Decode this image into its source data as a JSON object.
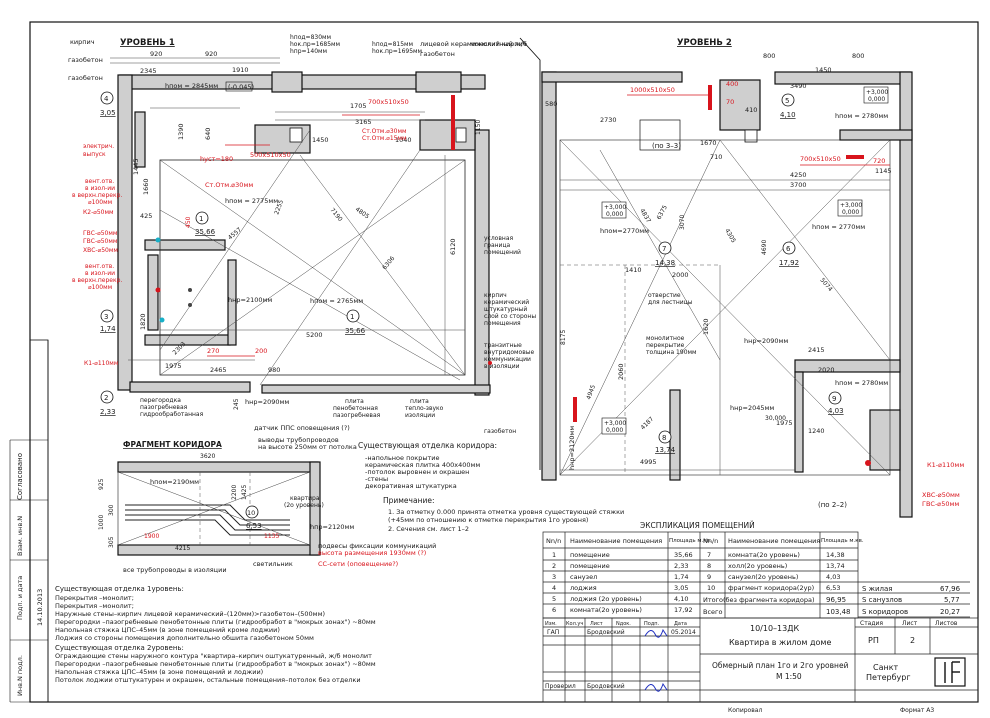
{
  "levels": {
    "level1": "УРОВЕНЬ 1",
    "level2": "УРОВЕНЬ 2"
  },
  "l1_labels": {
    "kirpich": "кирпич",
    "gazobeton1": "газобетон",
    "gazobeton2": "газобетон",
    "electric": [
      "электрич.",
      "выпуск"
    ],
    "vent1": [
      "вент.отв.",
      "в изол-ии",
      "в верхн.перекр.",
      "⌀100мм"
    ],
    "k2": "К2-⌀50мм",
    "gvs": "ГВС-⌀50мм",
    "xvs": "ХВС-⌀50мм",
    "gvs2": "ГВС-⌀50мм",
    "vent2": [
      "вент.отв.",
      "в изол-ии",
      "в верхн.перекр.",
      "⌀100мм"
    ],
    "k1": "К1-⌀110мм",
    "partition": [
      "перегородка",
      "пазогребневая",
      "гидрообработанная"
    ],
    "plita1": [
      "плита",
      "пенобетонная",
      "пазогребневая"
    ],
    "plita2": [
      "плита",
      "тепло-звуко",
      "изоляции"
    ],
    "facing": "лицевой керамический кирпич",
    "gazobeton3": "газобетон",
    "monolith": "монолитный ж/б"
  },
  "l1_dims": {
    "d920a": "920",
    "d920b": "920",
    "d1910": "1910",
    "d2345": "2345",
    "d2845": "2845",
    "hnpa": "hпод=830мм",
    "hnpb": "hок.пр=1685мм",
    "hnpc": "hпр=140мм",
    "hnpd": "hпод=815мм",
    "hnpe": "hок.пр=1695мм",
    "hpom1": "hпом = 2845мм",
    "hpom1b": "(-0,045)",
    "d1705": "1705",
    "d3165": "3165",
    "d1450": "1450",
    "d1040": "1040",
    "d700": "700x510x50",
    "cm1": "Ст.Отм.⌀30мм",
    "cm2": "Ст.Отм.⌀15мм",
    "hust": "hуст=180",
    "box": "500x510x50",
    "cm3": "Ст.Отм.⌀30мм",
    "hpom2": "hпом = 2775мм",
    "hpom3": "hпом = 2765мм",
    "hnp4": "hнр=2100мм",
    "hnp5": "hнр=2090мм",
    "d5200": "5200",
    "d6120": "6120",
    "d1975": "1975",
    "d270": "270",
    "d200": "200",
    "d980": "980",
    "d2465": "2465",
    "d425": "425",
    "d1820": "1820",
    "d450": "450",
    "d640": "640",
    "d1660": "1660",
    "d1445": "1445",
    "d1390": "1390",
    "d4805": "4805",
    "d2255": "2255",
    "d7190": "7190",
    "d4557": "4557",
    "d6306": "6306",
    "d2303": "2303",
    "d245": "245",
    "d1150": "1150"
  },
  "l1_rooms": [
    {
      "num": "4",
      "area": "3,05"
    },
    {
      "num": "1",
      "area": "35,66"
    },
    {
      "num": "1",
      "area": "35,66"
    },
    {
      "num": "3",
      "area": "1,74"
    },
    {
      "num": "2",
      "area": "2,33"
    }
  ],
  "l2_labels": {
    "usl": [
      "условная",
      "граница",
      "помещений"
    ],
    "brick": [
      "кирпич",
      "керамический",
      "штукатурный",
      "слой со стороны",
      "помещения"
    ],
    "trans": [
      "транзитные",
      "внутридомовые",
      "коммуникации",
      "в изоляции"
    ],
    "gazobeton": "газобетон",
    "opening": [
      "отверстие",
      "для лестницы"
    ],
    "slab": [
      "монолитное",
      "перекрытие",
      "толщина 190мм"
    ],
    "k1": "К1-⌀110мм",
    "xvs": "ХВС-⌀50мм",
    "gvs": "ГВС-⌀50мм",
    "sec33": "(по 3–3)",
    "sec22": "(по 2–2)"
  },
  "l2_dims": {
    "d800a": "800",
    "d800b": "800",
    "d1450": "1450",
    "d3490": "3490",
    "d1000": "1000x510x50",
    "d400": "400",
    "d70": "70",
    "d410": "410",
    "hpom_a": "hпом = 2780мм",
    "d580": "580",
    "d2730": "2730",
    "d1670": "1670",
    "d710": "710",
    "d700": "700x510x50",
    "d720": "720",
    "d1145": "1145",
    "d3700": "3700",
    "d4250": "4250",
    "lvl1": "+3,000",
    "lvl1b": "0,000",
    "lvl2": "+3,000",
    "lvl2b": "0,000",
    "lvl3": "+3,000",
    "lvl3b": "0,000",
    "lvl4": "+3,000",
    "lvl4b": "0,000",
    "hpom_b": "hпом=2770мм",
    "hpom_c": "hпом = 2770мм",
    "hpom_d": "hпом = 2780мм",
    "d1410": "1410",
    "d2000": "2000",
    "d2060": "2060",
    "d1620": "1620",
    "hnp1": "hнр=2090мм",
    "hnp2": "hнр=2045мм",
    "hnp3": "hнр=2120мм",
    "d2415": "2415",
    "d2020": "2020",
    "d1975": "1975",
    "d1240": "1240",
    "d4995": "4995",
    "d4187": "4187",
    "d4690": "4690",
    "d3070": "3070",
    "d4837": "4837",
    "d6375": "6375",
    "d5074": "5074",
    "d4945": "4945",
    "d8175": "8175",
    "d4305": "4305",
    "d30": "30,000"
  },
  "l2_rooms": [
    {
      "num": "5",
      "area": "4,10"
    },
    {
      "num": "7",
      "area": "14,38"
    },
    {
      "num": "6",
      "area": "17,92"
    },
    {
      "num": "8",
      "area": "13,74"
    },
    {
      "num": "9",
      "area": "4,03"
    }
  ],
  "fragment": {
    "title": "ФРАГМЕНТ КОРИДОРА",
    "d1": "hпом=2190мм",
    "d2": "hпр=2120мм",
    "kvar": [
      "квартира",
      "(2о уровень)"
    ],
    "room": {
      "num": "10",
      "area": "6,53"
    },
    "sensor": "датчик ППС оповещения (?)",
    "exits": [
      "выводы трубопроводов",
      "на высоте 250мм от потолка"
    ],
    "pipes": "все трубопроводы в изоляции",
    "light": "светильник",
    "ss": "СС-сети (оповещение?)",
    "fix": [
      "подвесы фиксации коммуникаций",
      "высота размещения 1930мм (?)"
    ],
    "d3620": "3620",
    "d925": "925",
    "d1900": "1900",
    "d1000": "1000",
    "d1135": "1135",
    "d1425": "1425",
    "d300": "300",
    "d305": "305",
    "d4215": "4215",
    "d2200": "2200"
  },
  "corridor_notes": {
    "title": "Существующая отделка коридора:",
    "items": [
      "-напольное покрытие",
      " керамическая плитка 400х400мм",
      "-потолок выровнен и окрашен",
      "-стены",
      " декоративная штукатурка"
    ],
    "note_title": "Примечание:",
    "notes": [
      "1. За отметку 0.000 принята отметка уровня существующей стяжки",
      "   (+45мм по отношению к отметке перекрытия 1го уровня)",
      "2. Сечения см. лист 1–2"
    ]
  },
  "finish_notes": {
    "title1": "Существующая отделка 1уровень:",
    "lines1": [
      "Перекрытия –монолит;",
      "Перекрытия –монолит;",
      "Наружные стены–кирпич лицевой керамический–(120мм)>газобетон–(500мм)",
      "Перегородки –пазогребневые пенобетонные плиты (гидрообработ в \"мокрых зонах\") ~80мм",
      "Напольная стяжка ЦПС–45мм (в зоне помещений кроме лоджии)",
      "Лоджия со стороны помещения дополнительно обшита газобетоном 50мм"
    ],
    "title2": "Существующая отделка 2уровень:",
    "lines2": [
      "Ограждающие стены наружного контура \"квартира–кирпич оштукатуренный, ж/б монолит",
      "Перегородки –пазогребневые пенобетонные плиты (гидрообработ в \"мокрых зонах\") ~80мм",
      "Напольная стяжка ЦПС–45мм (в зоне помещений и лоджии)",
      "Потолок лоджии отштукатурен и окрашен, остальные помещения–потолок без отделки"
    ]
  },
  "explication": {
    "title": "ЭКСПЛИКАЦИЯ ПОМЕЩЕНИЙ",
    "headers": [
      "Nn/n",
      "Наименование помещения",
      "Площадь м.кв."
    ],
    "left": [
      [
        "1",
        "помещение",
        "35,66"
      ],
      [
        "2",
        "помещение",
        "2,33"
      ],
      [
        "3",
        "санузел",
        "1,74"
      ],
      [
        "4",
        "лоджия",
        "3,05"
      ],
      [
        "5",
        "лоджия (2о уровень)",
        "4,10"
      ],
      [
        "6",
        "комната(2о уровень)",
        "17,92"
      ]
    ],
    "right": [
      [
        "7",
        "комната(2о уровень)",
        "14,38"
      ],
      [
        "8",
        "холл(2о уровень)",
        "13,74"
      ],
      [
        "9",
        "санузел(2о уровень)",
        "4,03"
      ],
      [
        "10",
        "фрагмент коридора(2ур)",
        "6,53"
      ]
    ],
    "total1": [
      "Итого(без фрагмента коридора)",
      "96,95"
    ],
    "total2": [
      "Всего",
      "103,48"
    ],
    "summary": [
      [
        "S жилая",
        "67,96"
      ],
      [
        "S санузлов",
        "5,77"
      ],
      [
        "S коридоров",
        "20,27"
      ]
    ]
  },
  "titleblock": {
    "cols": [
      "Изм.",
      "Кол.уч",
      "Лист",
      "Nдок.",
      "Подп.",
      "Дата"
    ],
    "gap": "ГАП",
    "check": "Проверил",
    "name": "Бродовский",
    "name2": "Бродовский",
    "date": "05.2014",
    "code": "10/10–13ДК",
    "project": "Квартира в жилом доме",
    "sheet_title": [
      "Обмерный план 1го и 2го уровней",
      "М 1:50"
    ],
    "stage_h": "Стадия",
    "sheet_h": "Лист",
    "sheets_h": "Листов",
    "stage": "РП",
    "sheet": "2",
    "sheets": "",
    "city": [
      "Санкт",
      "Петербург"
    ],
    "copied": "Копировал",
    "format": "Формат А3"
  },
  "side": {
    "agreed": "Согласовано",
    "inv": "Взам. инв.N",
    "sig": "Подп. и дата",
    "date": "14.10.2013",
    "inv2": "Инв.N подл."
  }
}
